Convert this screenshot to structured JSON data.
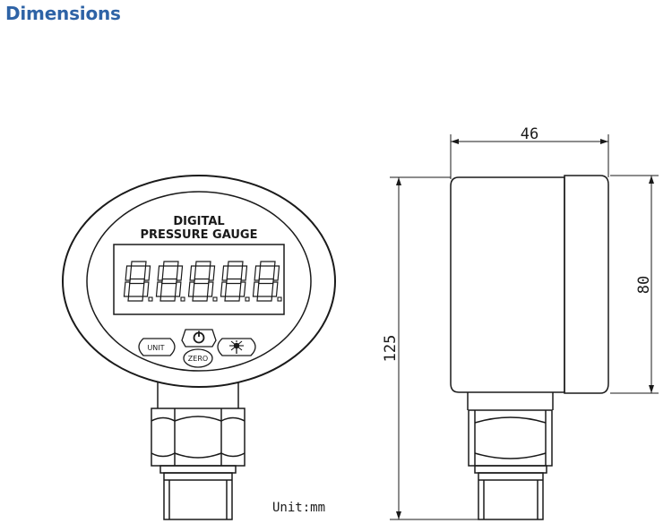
{
  "page": {
    "heading": "Dimensions"
  },
  "front_view": {
    "label_line1": "DIGITAL",
    "label_line2": "PRESSURE GAUGE",
    "display_digits": "8.8.8.8.8",
    "unit_button": "UNIT",
    "zero_button": "ZERO",
    "power_icon": "power-icon",
    "backlight_icon": "backlight-icon"
  },
  "side_view": {
    "width_dimension": "46",
    "height_dimension": "80",
    "total_height_dimension": "125"
  },
  "unit_note": "Unit:mm",
  "colors": {
    "heading": "#2e63a6",
    "line": "#1a1a1a",
    "background": "#ffffff"
  }
}
